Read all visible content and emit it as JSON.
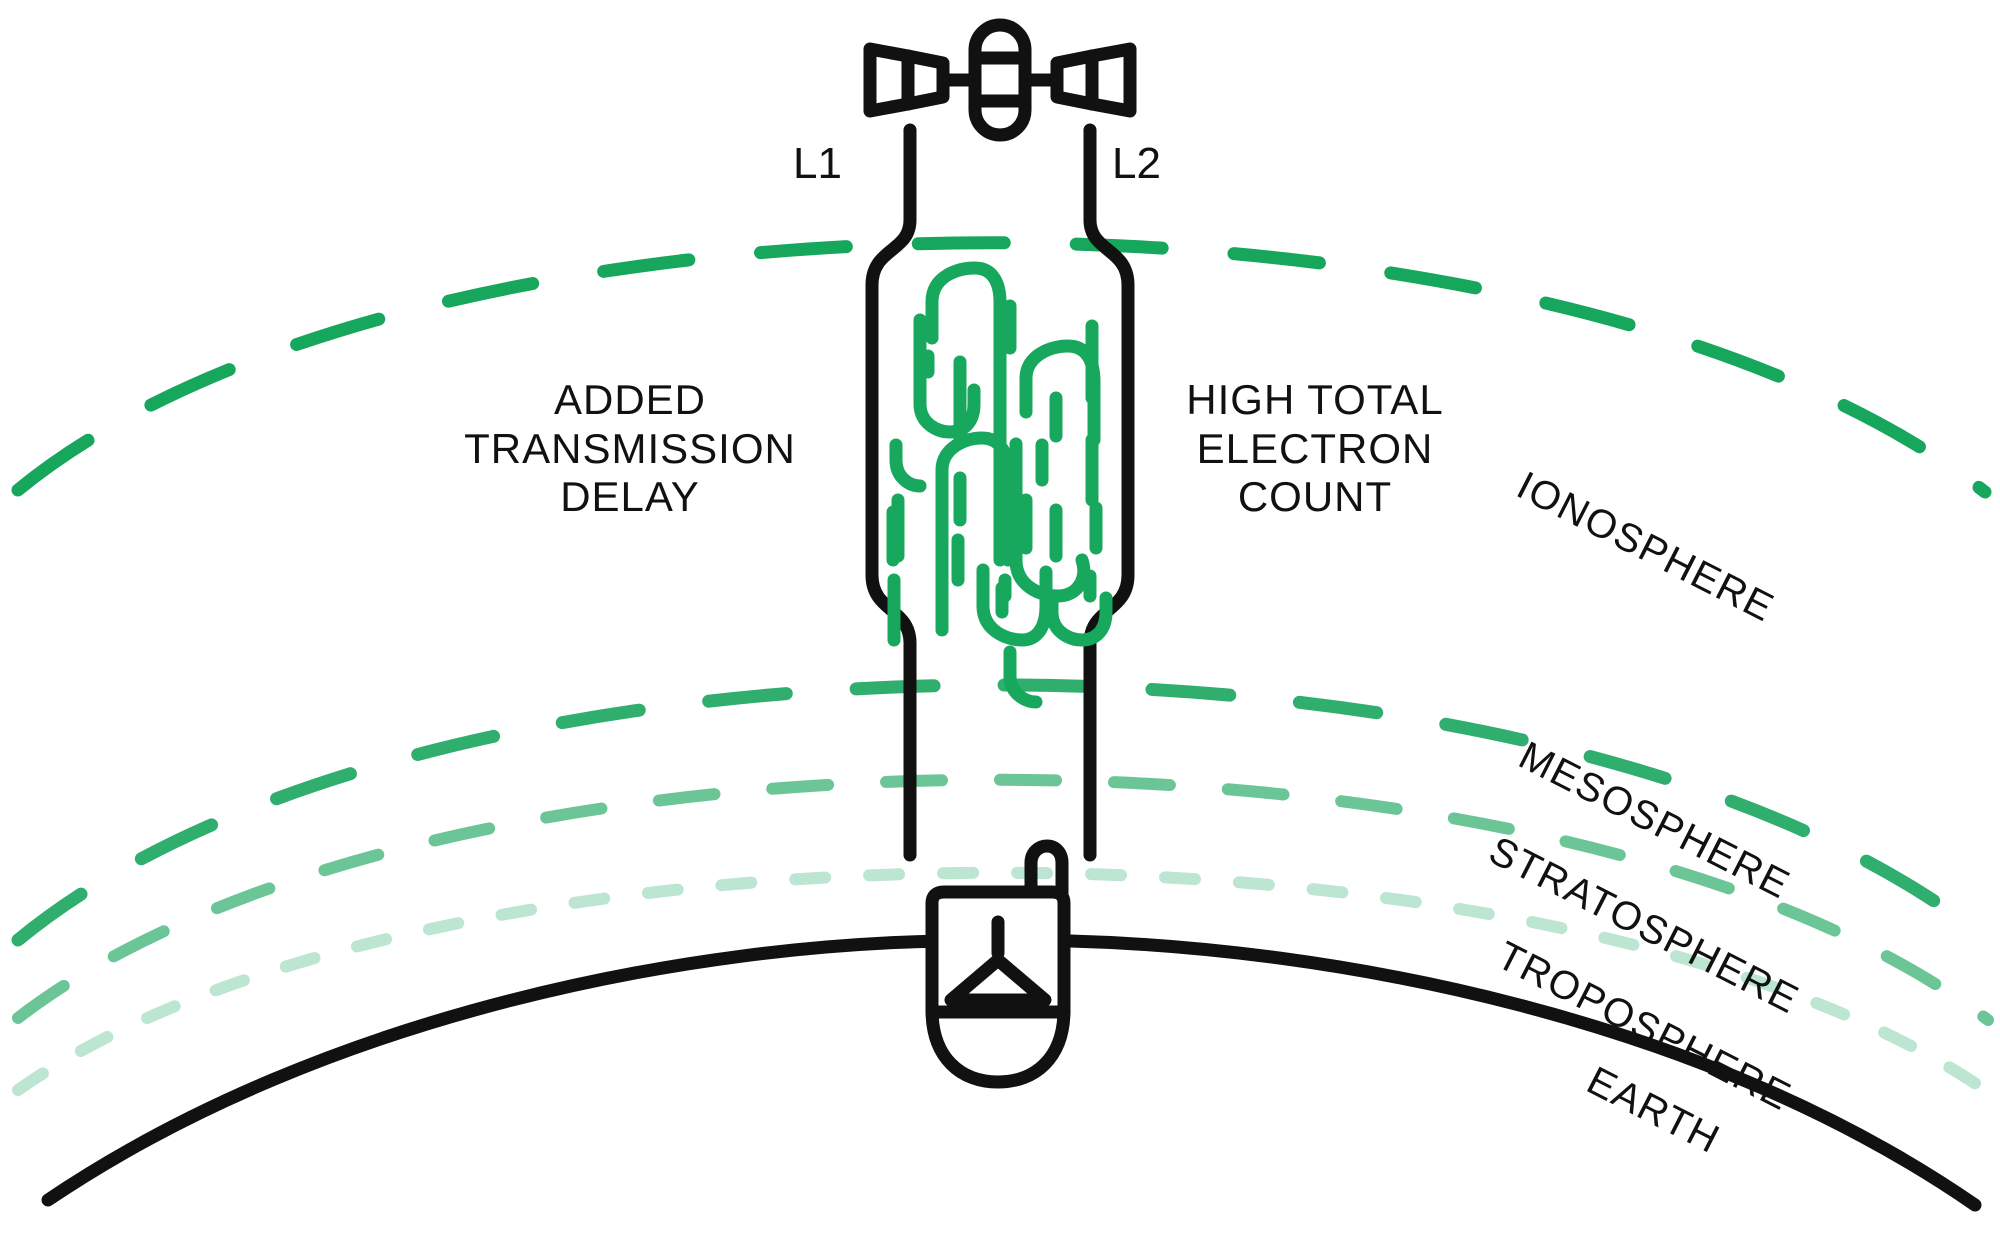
{
  "diagram": {
    "title_concept": "GPS dual-frequency signal delay through the ionosphere",
    "colors": {
      "ink": "#111111",
      "ionosphere_green": "#16a75d",
      "mesosphere_green": "#2fae6e",
      "stratosphere_green": "#6cc596",
      "troposphere_green": "#bce5d2",
      "electron_green": "#17a85e",
      "background": "#ffffff"
    }
  },
  "satellite": {
    "name": "gps-satellite",
    "body_label": "",
    "panels": 2
  },
  "beams": [
    {
      "id": "L1",
      "label": "L1",
      "side": "left"
    },
    {
      "id": "L2",
      "label": "L2",
      "side": "right"
    }
  ],
  "annotations": {
    "left": {
      "lines": [
        "ADDED",
        "TRANSMISSION",
        "DELAY"
      ],
      "text": "ADDED\nTRANSMISSION\nDELAY"
    },
    "right": {
      "lines": [
        "HIGH TOTAL",
        "ELECTRON",
        "COUNT"
      ],
      "text": "HIGH TOTAL\nELECTRON\nCOUNT"
    }
  },
  "atmosphere_layers": [
    {
      "name": "IONOSPHERE",
      "color": "#16a75d",
      "dash_style": "long-dash",
      "rotation_deg": 27
    },
    {
      "name": "MESOSPHERE",
      "color": "#2fae6e",
      "dash_style": "long-dash",
      "rotation_deg": 27
    },
    {
      "name": "STRATOSPHERE",
      "color": "#6cc596",
      "dash_style": "med-dash",
      "rotation_deg": 27
    },
    {
      "name": "TROPOSPHERE",
      "color": "#bce5d2",
      "dash_style": "short-dash",
      "rotation_deg": 27
    },
    {
      "name": "EARTH",
      "color": "#111111",
      "dash_style": "solid",
      "rotation_deg": 27
    }
  ],
  "receiver": {
    "name": "gps-ground-receiver",
    "icon": "handheld-receiver-icon"
  }
}
